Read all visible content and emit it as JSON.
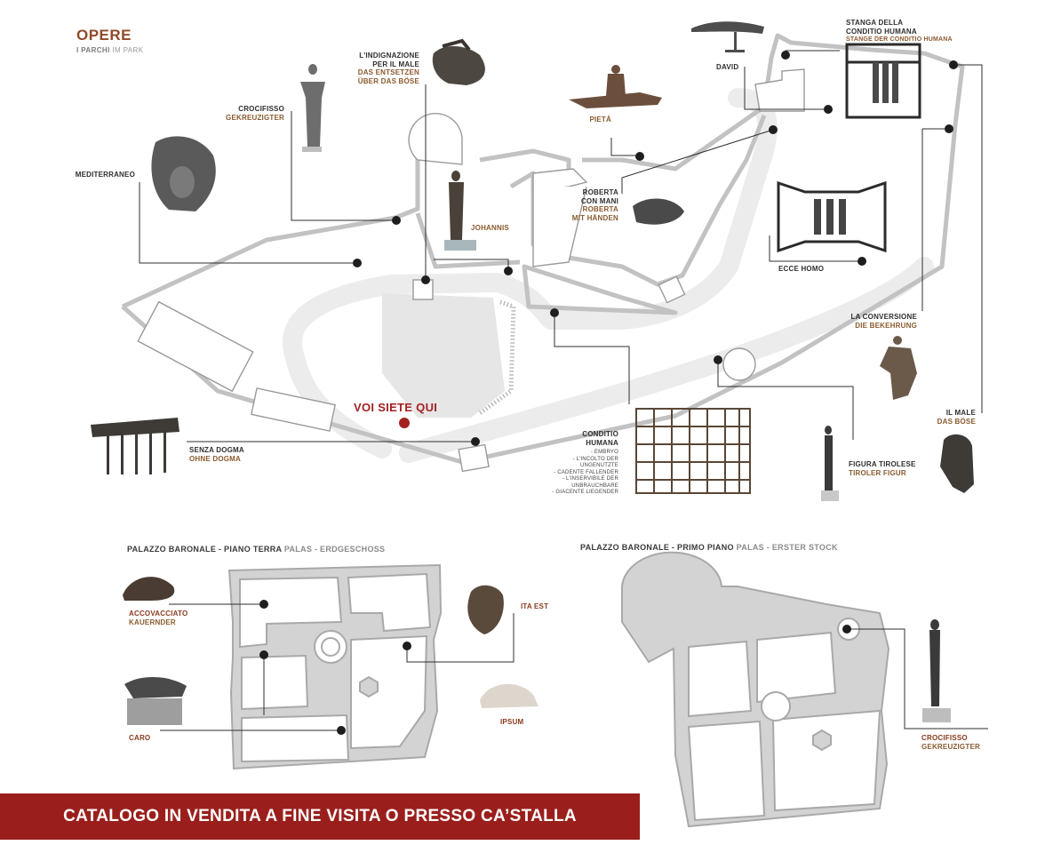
{
  "header": {
    "title": "OPERE",
    "subtitle_it": "I PARCHI",
    "subtitle_de": "IM PARK"
  },
  "you_are_here": "VOI SIETE QUI",
  "colors": {
    "accent": "#9a1f1c",
    "brown": "#8a5a2e",
    "path": "#c8c8c8",
    "wall": "#b5b5b5"
  },
  "works": {
    "mediterraneo": {
      "title": "MEDITERRANEO"
    },
    "crocifisso": {
      "title": "CROCIFISSO",
      "sub": "GEKREUZIGTER"
    },
    "indignazione": {
      "title1": "L’INDIGNAZIONE",
      "title2": "PER IL MALE",
      "sub1": "DAS ENTSETZEN",
      "sub2": "ÜBER DAS BÖSE"
    },
    "johannis": {
      "title": "JOHANNIS"
    },
    "pieta": {
      "title": "PIETÁ"
    },
    "david": {
      "title": "DAVID"
    },
    "stanga": {
      "title1": "STANGA DELLA",
      "title2": "CONDITIO HUMANA",
      "sub": "STANGE DER CONDITIO HUMANA"
    },
    "roberta": {
      "title1": "ROBERTA",
      "title2": "CON MANI",
      "sub1": "ROBERTA",
      "sub2": "MIT HÄNDEN"
    },
    "ecce": {
      "title": "ECCE HOMO"
    },
    "conversione": {
      "title": "LA CONVERSIONE",
      "sub": "DIE BEKEHRUNG"
    },
    "male": {
      "title": "IL MALE",
      "sub": "DAS BÖSE"
    },
    "tirolese": {
      "title": "FIGURA TIROLESE",
      "sub": "TIROLER FIGUR"
    },
    "conditio": {
      "title1": "CONDITIO",
      "title2": "HUMANA",
      "items": [
        "- EMBRYO",
        "- L’INCOLTO DER UNGENUTZTE",
        "- CADENTE FALLENDER",
        "- L’INSERVIBILE DER UNBRAUCHBARE",
        "- GIACENTE LIEGENDER"
      ]
    },
    "senza": {
      "title": "SENZA DOGMA",
      "sub": "OHNE DOGMA"
    },
    "accovacciato": {
      "title": "ACCOVACCIATO",
      "sub": "KAUERNDER"
    },
    "itaest": {
      "title": "ITA EST"
    },
    "caro": {
      "title": "CARO"
    },
    "ipsum": {
      "title": "IPSUM"
    },
    "crocifisso2": {
      "title": "CROCIFISSO",
      "sub": "GEKREUZIGTER"
    }
  },
  "sections": {
    "ground": {
      "main": "PALAZZO BARONALE - PIANO TERRA",
      "sub": "PALAS - ERDGESCHOSS"
    },
    "first": {
      "main": "PALAZZO BARONALE - PRIMO PIANO",
      "sub": "PALAS - ERSTER STOCK"
    }
  },
  "banner": "CATALOGO IN VENDITA A FINE VISITA O PRESSO CA’STALLA"
}
